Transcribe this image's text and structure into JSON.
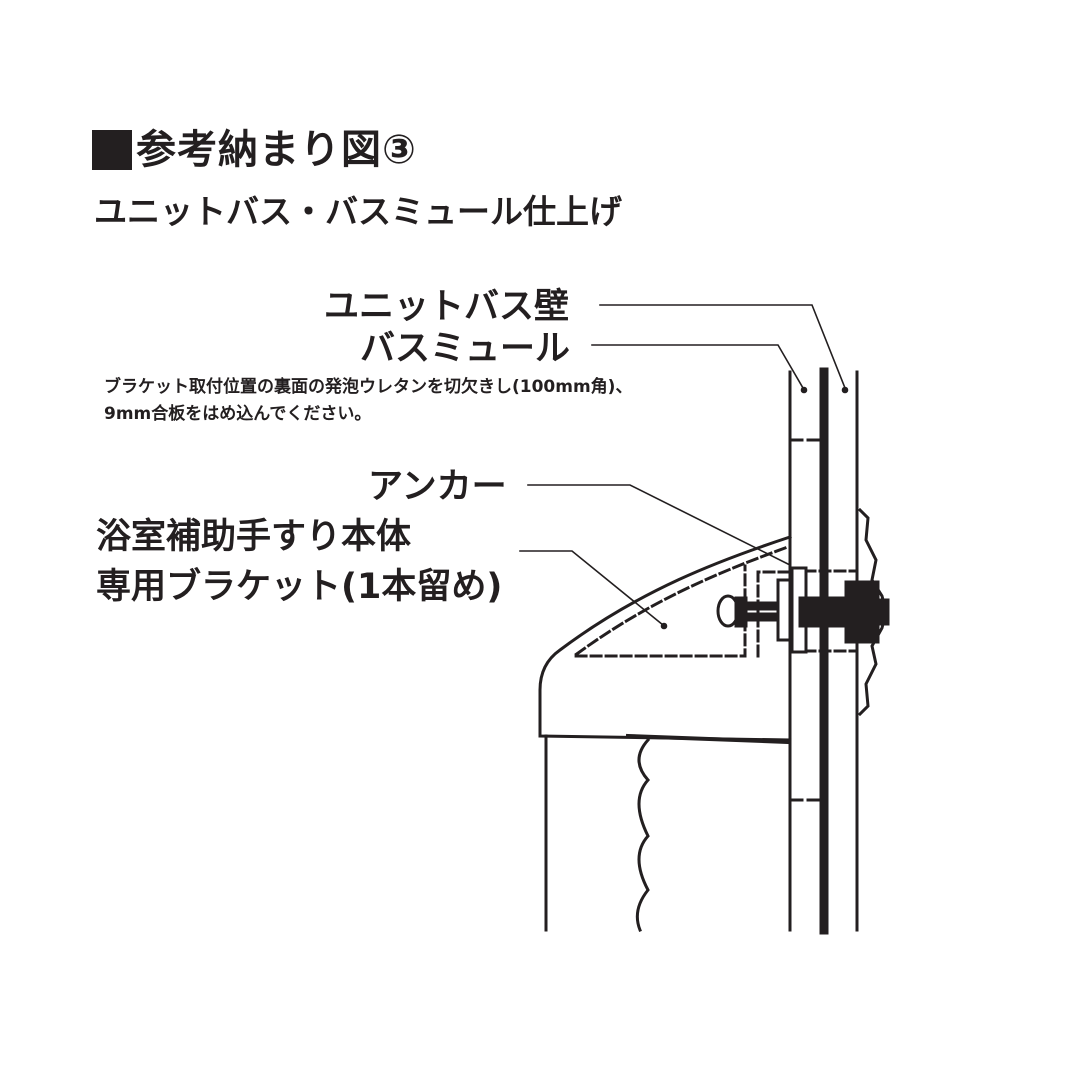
{
  "header": {
    "title_marker": "square",
    "title": "参考納まり図③",
    "subtitle": "ユニットバス・バスミュール仕上げ"
  },
  "callouts": {
    "unit_bath_wall": "ユニットバス壁",
    "bathmule": "バスミュール",
    "anchor": "アンカー",
    "handrail_body_line1": "浴室補助手すり本体",
    "handrail_body_line2": "専用ブラケット(1本留め)"
  },
  "note": {
    "line1": "ブラケット取付位置の裏面の発泡ウレタンを切欠きし(100mm角)、",
    "line2": "9mm合板をはめ込んでください。"
  },
  "colors": {
    "ink": "#231f20",
    "background": "#ffffff"
  }
}
